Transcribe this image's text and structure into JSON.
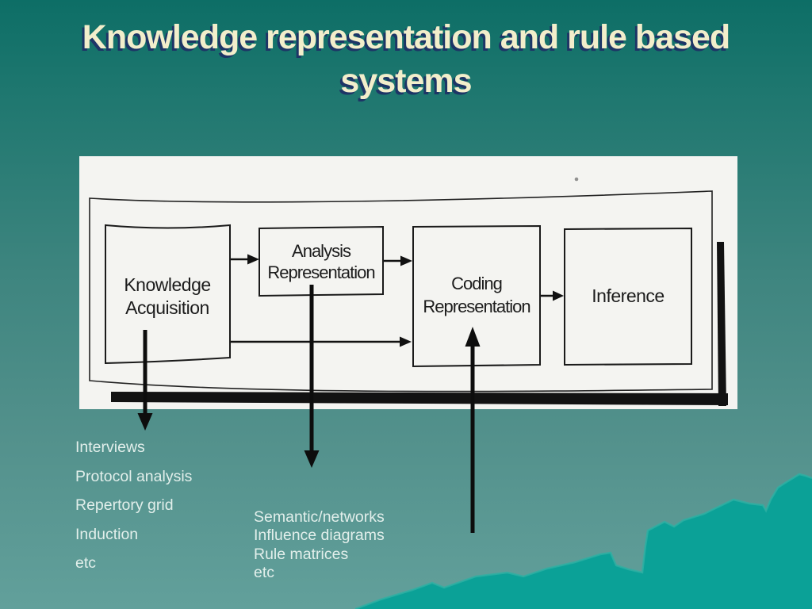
{
  "title": {
    "line1": "Knowledge representation and rule based",
    "line2": "systems"
  },
  "figure": {
    "boxes": [
      {
        "name": "knowledge-acquisition",
        "lines": [
          "Knowledge",
          "Acquisition"
        ]
      },
      {
        "name": "analysis-representation",
        "lines": [
          "Analysis",
          "Representation"
        ]
      },
      {
        "name": "coding-representation",
        "lines": [
          "Coding",
          "Representation"
        ]
      },
      {
        "name": "inference",
        "lines": [
          "Inference"
        ]
      }
    ]
  },
  "annotations": {
    "left_list": [
      "Interviews",
      "Protocol analysis",
      "Repertory grid",
      "Induction",
      "etc"
    ],
    "middle_list": [
      "Semantic/networks",
      "Influence diagrams",
      "Rule matrices",
      "etc"
    ]
  },
  "colors": {
    "background_top": "#0d6e66",
    "background_bottom": "#62a09b",
    "mountain": "#0ba197",
    "mountain_highlight": "#2eb0a4",
    "title_text": "#f2eecb",
    "title_shadow": "#1d3566",
    "list_text": "#e2efeb",
    "scan_paper": "#f4f4f1",
    "ink": "#1c1c1c"
  }
}
